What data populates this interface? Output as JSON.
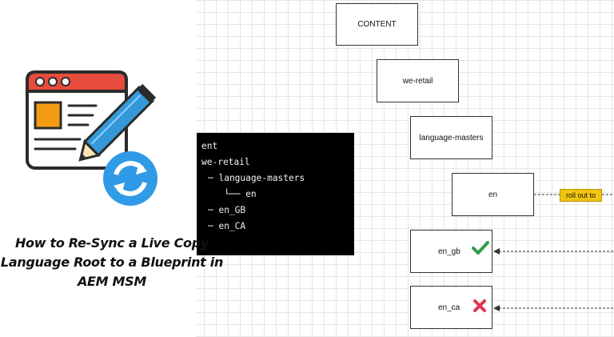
{
  "diagram": {
    "nodes": {
      "content": "CONTENT",
      "we_retail": "we-retail",
      "language_masters": "language-masters",
      "en": "en",
      "en_gb": "en_gb",
      "en_ca": "en_ca"
    },
    "rollout_label": "roll out to"
  },
  "terminal": {
    "lines": [
      "ent",
      "we-retail",
      "─ language-masters",
      "   └── en",
      "─ en_GB",
      "─ en_CA"
    ]
  },
  "headline": {
    "line1": "How to Re-Sync a Live Copy",
    "line2": "Language Root to a Blueprint in",
    "line3": "AEM MSM"
  },
  "colors": {
    "check": "#2e9d4a",
    "cross": "#e0344f",
    "rollout_fill": "#f1c40f",
    "icon_blue": "#2f9be6",
    "icon_red": "#e74c3c",
    "icon_orange": "#f39c12"
  }
}
